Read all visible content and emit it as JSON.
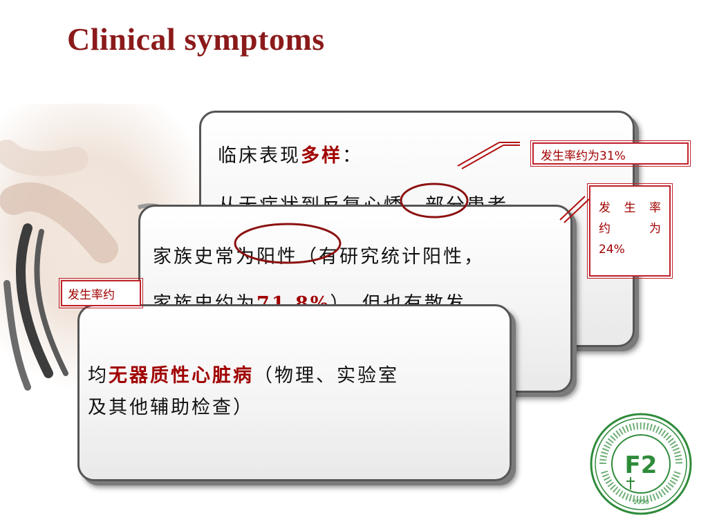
{
  "title": "Clinical symptoms",
  "card1": {
    "line1_prefix": "临床表现",
    "line1_highlight": "多样",
    "line1_suffix": "：",
    "line2": "从无症状到反复心悸，部分患者"
  },
  "card2": {
    "line1": "家族史常为阳性（有研究统计阳性，",
    "line2_prefix": "家族史约为",
    "line2_value": "71.8%",
    "line2_suffix": "），但也有散发 。"
  },
  "card3": {
    "line1_prefix": "均",
    "line1_highlight": "无器质性心脏病",
    "line1_suffix": "（物理、实验室",
    "line2": "及其他辅助检查）"
  },
  "callouts": {
    "rate31": "发生率约为31%",
    "rate24_row1": [
      "发",
      "生",
      "率"
    ],
    "rate24_row2": [
      "约",
      "为"
    ],
    "rate24_row3": "24%",
    "left_partial": "发生率约"
  },
  "logo": {
    "emblem": "F2",
    "year": "1956"
  },
  "colors": {
    "title": "#8b1a1a",
    "highlight": "#a00000",
    "logo_green": "#2e8b3a"
  }
}
